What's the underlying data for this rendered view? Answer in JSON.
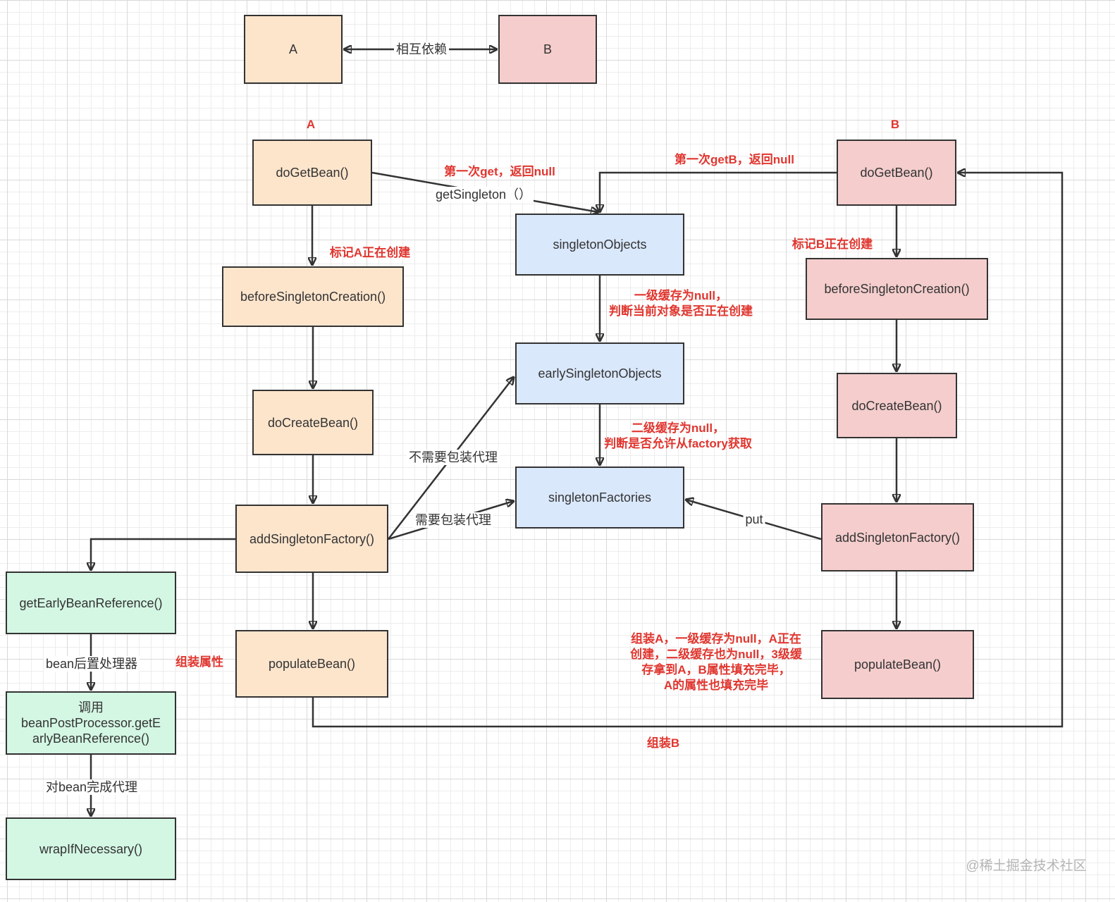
{
  "dependency": {
    "node_a": "A",
    "node_b": "B",
    "relation_label": "相互依赖"
  },
  "column_a": {
    "title": "A",
    "do_get_bean": "doGetBean()",
    "before_singleton_creation": "beforeSingletonCreation()",
    "do_create_bean": "doCreateBean()",
    "add_singleton_factory": "addSingletonFactory()",
    "populate_bean": "populateBean()"
  },
  "column_b": {
    "title": "B",
    "do_get_bean": "doGetBean()",
    "before_singleton_creation": "beforeSingletonCreation()",
    "do_create_bean": "doCreateBean()",
    "add_singleton_factory": "addSingletonFactory()",
    "populate_bean": "populateBean()"
  },
  "caches": {
    "singleton_objects": "singletonObjects",
    "early_singleton_objects": "earlySingletonObjects",
    "singleton_factories": "singletonFactories"
  },
  "proxy_chain": {
    "get_early_bean_reference": "getEarlyBeanReference()",
    "call_bpp_lines": [
      "调用",
      "beanPostProcessor.getE",
      "arlyBeanReference()"
    ],
    "wrap_if_necessary": "wrapIfNecessary()"
  },
  "annotations": {
    "mark_a_creating": "标记A正在创建",
    "first_get_a": "第一次get，返回null",
    "get_singleton": "getSingleton（）",
    "first_get_b": "第一次getB，返回null",
    "mark_b_creating": "标记B正在创建",
    "level1_null_lines": [
      "一级缓存为null，",
      "判断当前对象是否正在创建"
    ],
    "level2_null_lines": [
      "二级缓存为null，",
      "判断是否允许从factory获取"
    ],
    "no_proxy_needed": "不需要包装代理",
    "proxy_needed": "需要包装代理",
    "put": "put",
    "bean_post_processor": "bean后置处理器",
    "assemble_properties": "组装属性",
    "complete_proxy": "对bean完成代理",
    "assemble_a_lines": [
      "组装A，一级缓存为null，A正在",
      "创建，二级缓存也为null，3级缓",
      "存拿到A，B属性填充完毕，",
      "A的属性也填充完毕"
    ],
    "assemble_b": "组装B"
  },
  "watermark": "@稀土掘金技术社区",
  "colors": {
    "peach": "#fde5cc",
    "pink": "#f5cdcd",
    "blue": "#dae8fc",
    "green": "#d4f7e4",
    "red": "#e0362f",
    "ink": "#333333"
  }
}
